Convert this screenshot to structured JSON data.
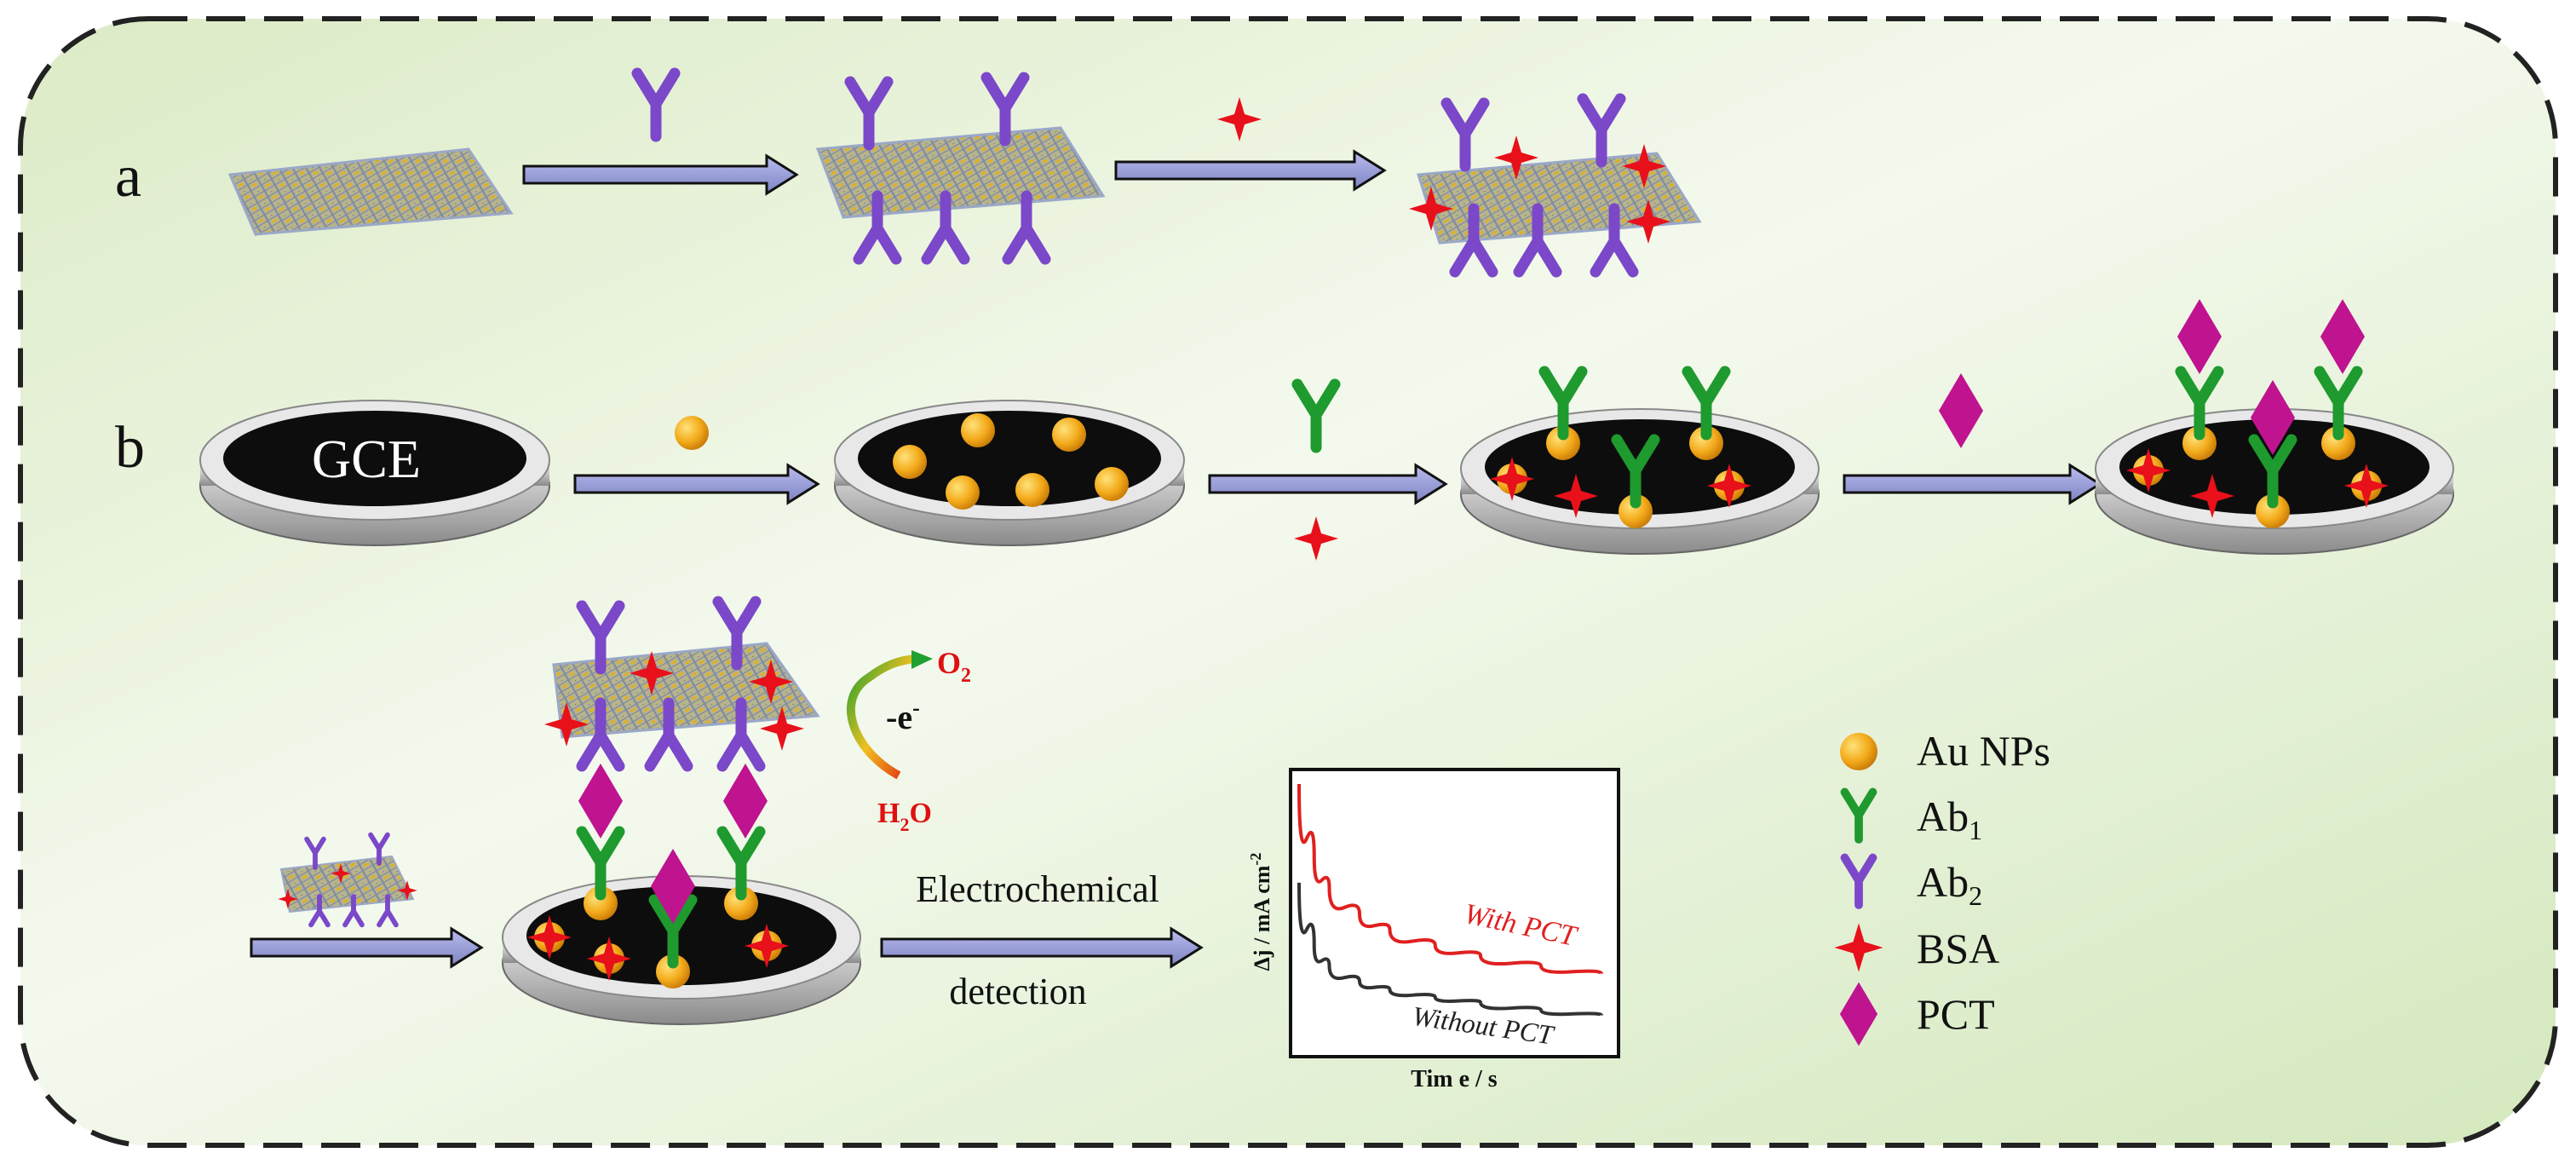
{
  "panels": {
    "a_label": "a",
    "b_label": "b"
  },
  "electrode": {
    "label": "GCE"
  },
  "reaction": {
    "o2_main": "O",
    "o2_sub": "2",
    "electron_main": "-e",
    "electron_sup": "-",
    "h2o_h": "H",
    "h2o_sub": "2",
    "h2o_o": "O"
  },
  "detection": {
    "line1": "Electrochemical",
    "line2": "detection"
  },
  "inset_chart": {
    "ylabel": "Δj / mA cm",
    "ylabel_sup": "-2",
    "xlabel": "Tim e / s",
    "with_label": "With PCT",
    "without_label": "Without PCT"
  },
  "legend": {
    "items": [
      {
        "key": "au",
        "label": "Au NPs",
        "sub": ""
      },
      {
        "key": "ab1",
        "label": "Ab",
        "sub": "1"
      },
      {
        "key": "ab2",
        "label": "Ab",
        "sub": "2"
      },
      {
        "key": "bsa",
        "label": "BSA",
        "sub": ""
      },
      {
        "key": "pct",
        "label": "PCT",
        "sub": ""
      }
    ]
  },
  "colors": {
    "background_start": "#f6faf0",
    "background_end": "#dcebc6",
    "border": "#222222",
    "arrow_fill": "#8f93cc",
    "ab1_green": "#1e9a2e",
    "ab2_purple": "#7b48c9",
    "bsa_red": "#e8101a",
    "pct_magenta": "#c0138f",
    "au_gold": "#f0a818",
    "electrode_dark": "#0d0d0d",
    "with_pct_line": "#e02020",
    "without_pct_line": "#333333",
    "label_red": "#e01010"
  },
  "chart_data": {
    "type": "line",
    "title": "",
    "xlabel": "Tim e / s",
    "ylabel": "Δj / mA cm-2",
    "series": [
      {
        "name": "With PCT",
        "x": [
          0,
          0.05,
          0.1,
          0.2,
          0.3,
          0.45,
          0.6,
          0.8,
          1.0
        ],
        "y": [
          1.0,
          0.72,
          0.6,
          0.5,
          0.44,
          0.38,
          0.34,
          0.3,
          0.27
        ]
      },
      {
        "name": "Without PCT",
        "x": [
          0,
          0.05,
          0.1,
          0.2,
          0.3,
          0.45,
          0.6,
          0.8,
          1.0
        ],
        "y": [
          0.62,
          0.38,
          0.3,
          0.24,
          0.21,
          0.18,
          0.16,
          0.13,
          0.11
        ]
      }
    ],
    "grid": false
  }
}
